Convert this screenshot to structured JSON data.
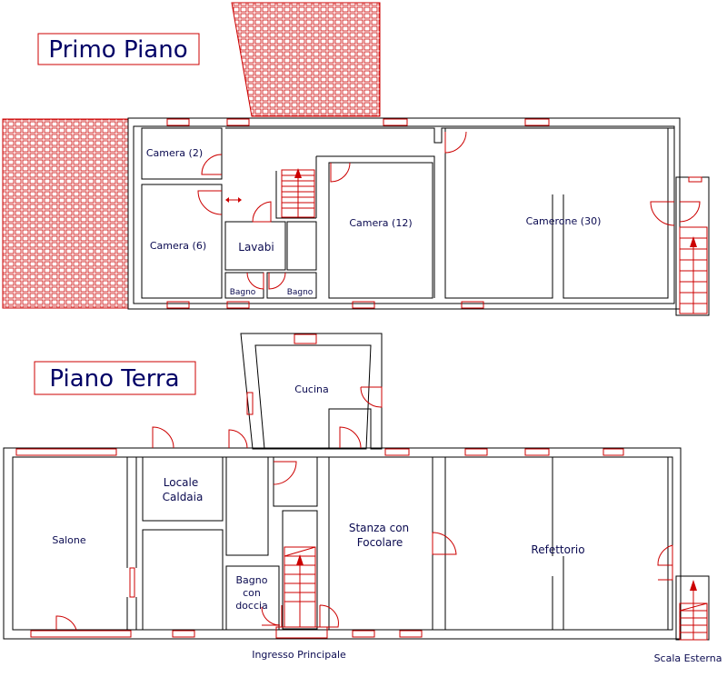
{
  "floors": {
    "first_floor": {
      "title": "Primo Piano",
      "rooms": {
        "camera_2": "Camera (2)",
        "camera_6": "Camera (6)",
        "lavabi": "Lavabi",
        "bagno_1": "Bagno",
        "bagno_2": "Bagno",
        "camera_12": "Camera (12)",
        "camerone_30": "Camerone (30)"
      }
    },
    "ground_floor": {
      "title": "Piano Terra",
      "rooms": {
        "cucina": "Cucina",
        "locale_caldaia_1": "Locale",
        "locale_caldaia_2": "Caldaia",
        "salone": "Salone",
        "stanza_focolare_1": "Stanza con",
        "stanza_focolare_2": "Focolare",
        "refettorio": "Refettorio",
        "bagno_doccia_1": "Bagno",
        "bagno_doccia_2": "con",
        "bagno_doccia_3": "doccia"
      },
      "labels": {
        "ingresso": "Ingresso Principale",
        "scala_esterna": "Scala Esterna"
      }
    }
  },
  "colors": {
    "walls": "#000000",
    "fixtures": "#cc0000",
    "text": "#0a0a50",
    "title": "#000066"
  }
}
